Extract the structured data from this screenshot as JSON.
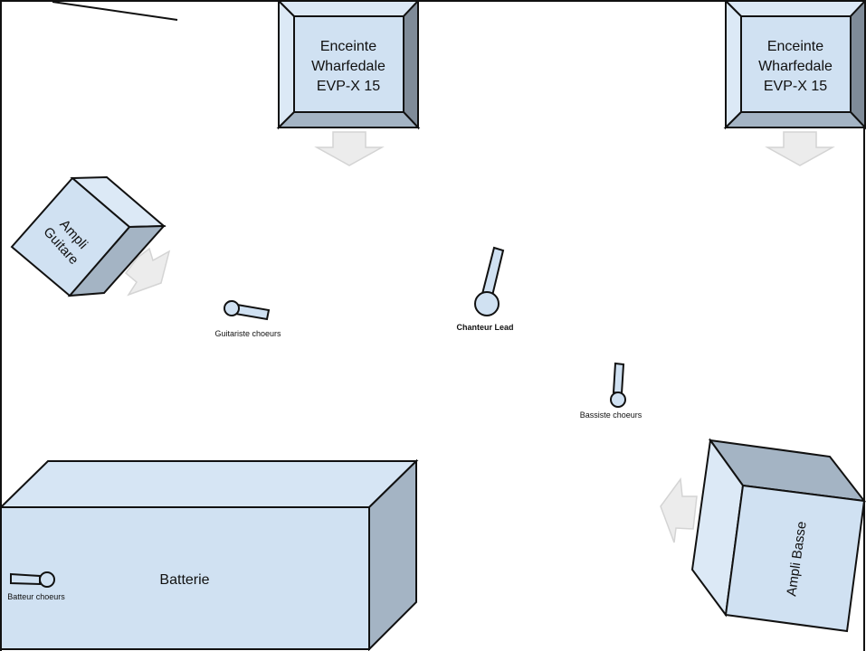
{
  "diagram": {
    "title": "Stage plot",
    "colors": {
      "face": "#d0e1f2",
      "face_light": "#dce9f6",
      "shade_dark": "#a4b4c4",
      "shade_darker": "#7f8b98",
      "outline": "#111111",
      "arrow_fill": "#ececec",
      "arrow_stroke": "#d4d4d4"
    },
    "speakers": [
      {
        "id": "speaker-left",
        "label_lines": [
          "Enceinte",
          "Wharfedale",
          "EVP-X 15"
        ]
      },
      {
        "id": "speaker-right",
        "label_lines": [
          "Enceinte",
          "Wharfedale",
          "EVP-X 15"
        ]
      }
    ],
    "amps": {
      "guitar": {
        "label_lines": [
          "Ampli",
          "Guitare"
        ]
      },
      "bass": {
        "label": "Ampli Basse"
      }
    },
    "drums": {
      "label": "Batterie"
    },
    "microphones": [
      {
        "id": "guitarist",
        "label": "Guitariste choeurs",
        "bold": false
      },
      {
        "id": "lead",
        "label": "Chanteur Lead",
        "bold": true
      },
      {
        "id": "bassist",
        "label": "Bassiste choeurs",
        "bold": false
      },
      {
        "id": "drummer",
        "label": "Batteur choeurs",
        "bold": false
      }
    ]
  }
}
